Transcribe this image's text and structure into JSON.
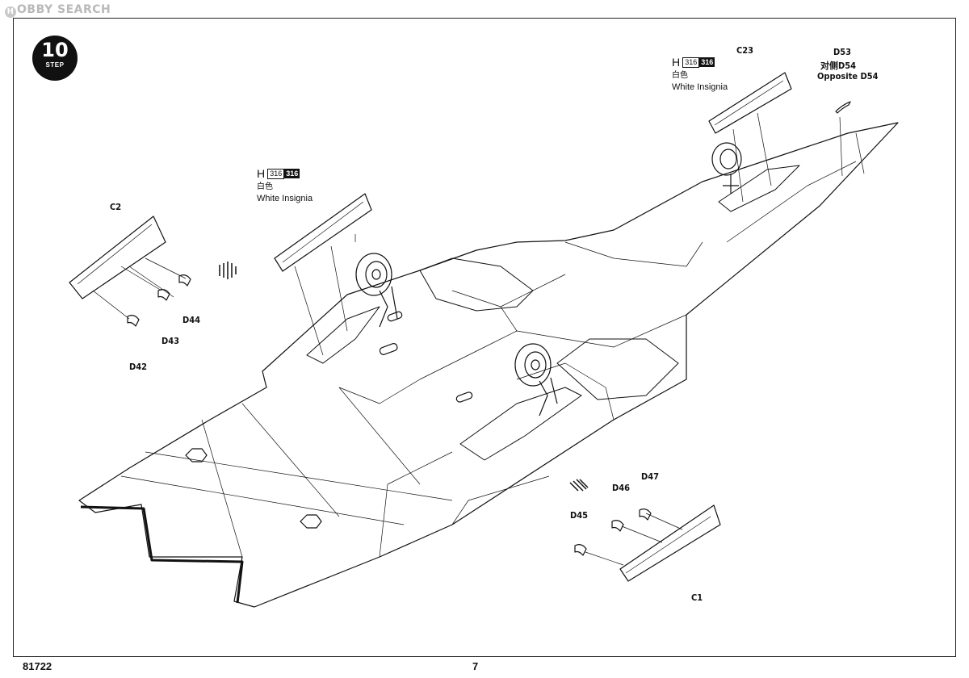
{
  "watermark": {
    "logo": "H",
    "text": "OBBY SEARCH"
  },
  "step": {
    "number": "10",
    "word": "STEP"
  },
  "parts": {
    "c2": "C2",
    "d44": "D44",
    "d43": "D43",
    "d42": "D42",
    "c23": "C23",
    "d53": "D53",
    "d54_zh": "对侧D54",
    "d54_en": "Opposite D54",
    "d47": "D47",
    "d46": "D46",
    "d45": "D45",
    "c1": "C1"
  },
  "paint_callouts": [
    {
      "letter": "H",
      "code": "316",
      "code_dark": "316",
      "zh": "白色",
      "en": "White Insignia"
    },
    {
      "letter": "H",
      "code": "316",
      "code_dark": "316",
      "zh": "白色",
      "en": "White Insignia"
    }
  ],
  "footer": {
    "kit_number": "81722",
    "page_number": "7"
  }
}
